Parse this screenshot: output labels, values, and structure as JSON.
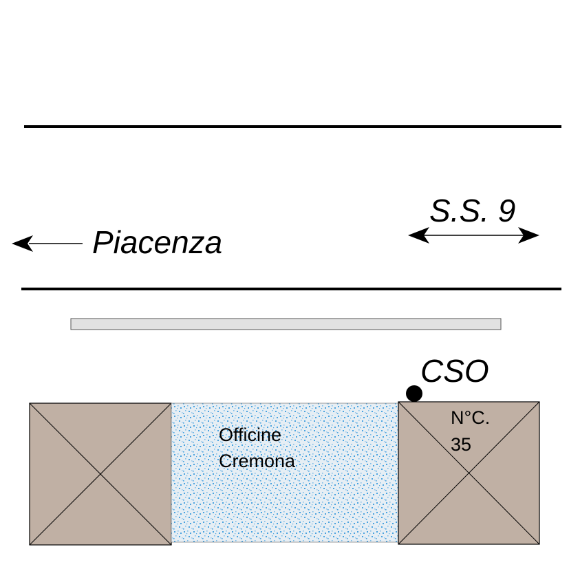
{
  "labels": {
    "direction": "Piacenza",
    "road": "S.S. 9",
    "point": "CSO",
    "building_line1": "Officine",
    "building_line2": "Cremona",
    "number_line1": "N°C.",
    "number_line2": "35"
  },
  "colors": {
    "lines": "#000000",
    "building_fill": "#c0b0a4",
    "sidewalk_fill": "#e2e2e2",
    "hatch_dots": "#4aa3df",
    "hatch_base": "#e4ecf2"
  },
  "icons": {
    "direction_arrow": "left-arrow",
    "road_arrow": "double-headed-arrow",
    "point_marker": "filled-circle"
  }
}
